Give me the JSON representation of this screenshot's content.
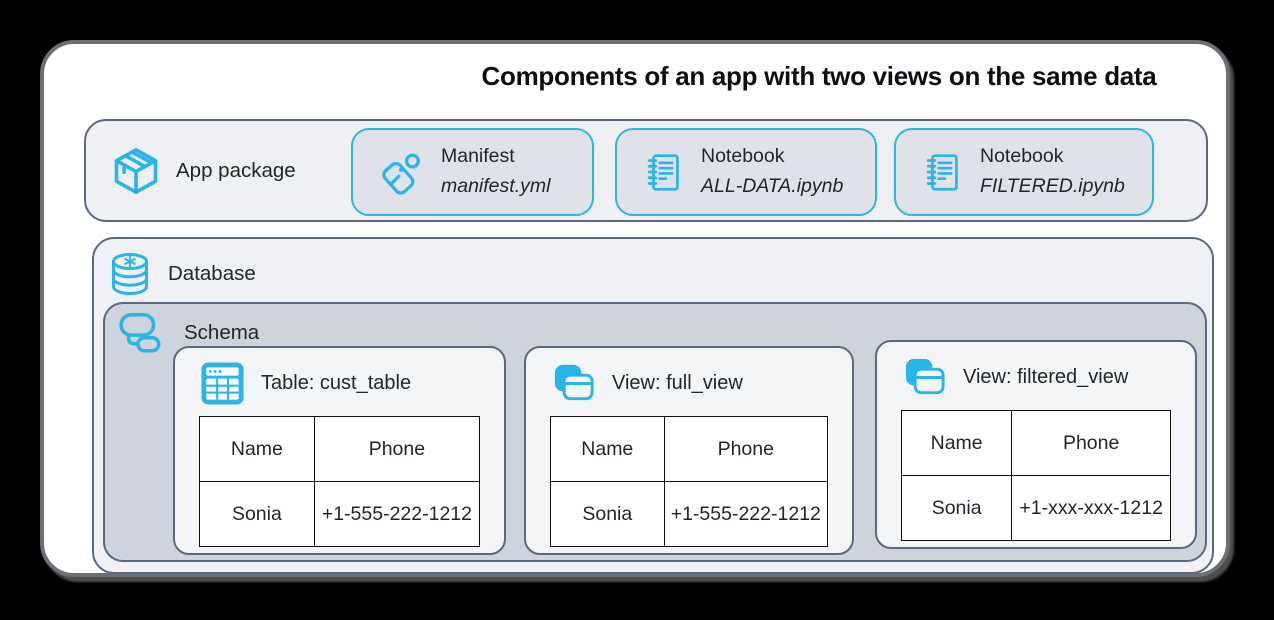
{
  "title": "Components of an app with two views on the same data",
  "colors": {
    "accent": "#29B5E8",
    "panel_border": "#5B6882",
    "app_panel_bg": "#EEF0F4",
    "chip_bg": "#DFE2E8",
    "database_bg": "#EFF1F5",
    "schema_bg": "#CED3DC",
    "object_card_bg": "#F4F5F7"
  },
  "app_package": {
    "label": "App package",
    "icon": "package-icon",
    "items": [
      {
        "icon": "tag-icon",
        "label": "Manifest",
        "file": "manifest.yml"
      },
      {
        "icon": "notebook-icon",
        "label": "Notebook",
        "file": "ALL-DATA.ipynb"
      },
      {
        "icon": "notebook-icon",
        "label": "Notebook",
        "file": "FILTERED.ipynb"
      }
    ]
  },
  "database": {
    "label": "Database",
    "icon": "database-icon",
    "schema": {
      "label": "Schema",
      "icon": "schema-icon",
      "objects": [
        {
          "icon": "table-icon",
          "title": "Table: cust_table",
          "columns": [
            "Name",
            "Phone"
          ],
          "rows": [
            [
              "Sonia",
              "+1-555-222-1212"
            ]
          ]
        },
        {
          "icon": "view-icon",
          "title": "View: full_view",
          "columns": [
            "Name",
            "Phone"
          ],
          "rows": [
            [
              "Sonia",
              "+1-555-222-1212"
            ]
          ]
        },
        {
          "icon": "view-icon",
          "title": "View: filtered_view",
          "columns": [
            "Name",
            "Phone"
          ],
          "rows": [
            [
              "Sonia",
              "+1-xxx-xxx-1212"
            ]
          ]
        }
      ]
    }
  }
}
